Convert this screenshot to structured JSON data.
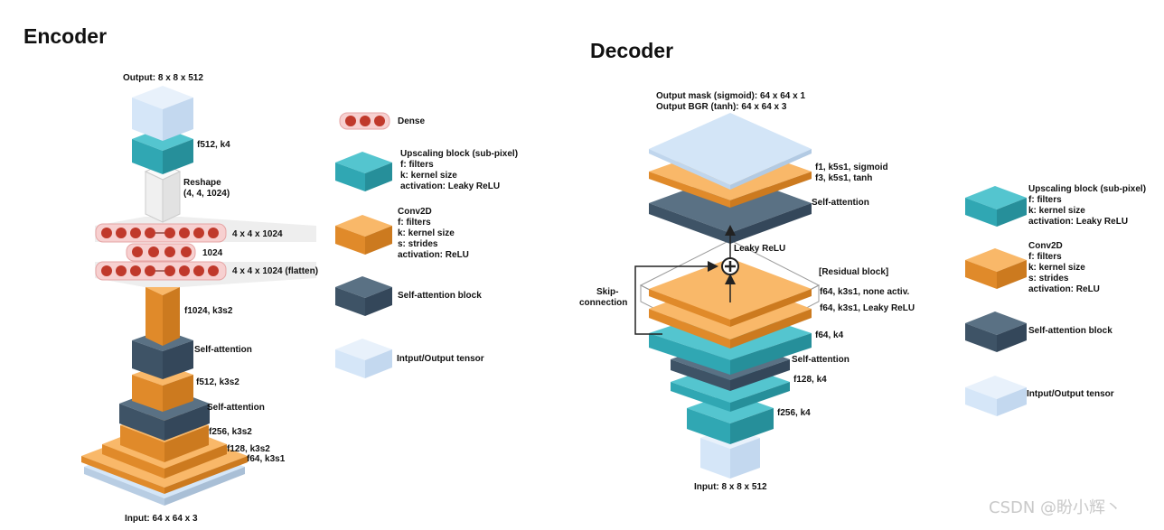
{
  "encoder": {
    "title": "Encoder",
    "output_label": "Output: 8 x 8 x 512",
    "input_label": "Input: 64 x 64 x 3",
    "f512k4": "f512, k4",
    "reshape": [
      "Reshape",
      "(4, 4, 1024)"
    ],
    "dense_top": "4 x 4 x 1024",
    "dense_mid": "1024",
    "dense_bottom": "4 x 4 x 1024 (flatten)",
    "f1024": "f1024, k3s2",
    "sa1": "Self-attention",
    "f512k3s2": "f512, k3s2",
    "sa2": "Self-attention",
    "f256": "f256, k3s2",
    "f128": "f128, k3s2",
    "f64": "f64, k3s1"
  },
  "legend_left": {
    "dense": "Dense",
    "upscaling": [
      "Upscaling block (sub-pixel)",
      "f: filters",
      "k: kernel size",
      "activation: Leaky ReLU"
    ],
    "conv2d": [
      "Conv2D",
      "f: filters",
      "k: kernel size",
      "s: strides",
      "activation: ReLU"
    ],
    "self_attention": "Self-attention block",
    "io_tensor": "Intput/Output tensor"
  },
  "decoder": {
    "title": "Decoder",
    "output_mask": "Output mask (sigmoid): 64 x 64 x 1",
    "output_bgr": "Output BGR (tanh): 64 x 64 x 3",
    "f1": "f1, k5s1, sigmoid",
    "f3": "f3, k5s1, tanh",
    "sa_top": "Self-attention",
    "leaky_relu": "Leaky ReLU",
    "residual_block": "[Residual block]",
    "skip": [
      "Skip-",
      "connection"
    ],
    "res1": "f64, k3s1, none activ.",
    "res2": "f64, k3s1, Leaky ReLU",
    "f64k4": "f64, k4",
    "sa_mid": "Self-attention",
    "f128k4": "f128, k4",
    "f256k4": "f256, k4",
    "input_label": "Input: 8 x 8 x 512"
  },
  "legend_right": {
    "upscaling": [
      "Upscaling block (sub-pixel)",
      "f: filters",
      "k: kernel size",
      "activation: Leaky ReLU"
    ],
    "conv2d": [
      "Conv2D",
      "f: filters",
      "k: kernel size",
      "s: strides",
      "activation: ReLU"
    ],
    "self_attention": "Self-attention block",
    "io_tensor": "Intput/Output tensor"
  },
  "colors": {
    "orange": "#f4a03c",
    "teal": "#3bb3bf",
    "dark_slate": "#3e5366",
    "light_blue": "#cfe2f6",
    "dense_red": "#c0392b"
  },
  "watermark": "CSDN @盼小辉丶"
}
